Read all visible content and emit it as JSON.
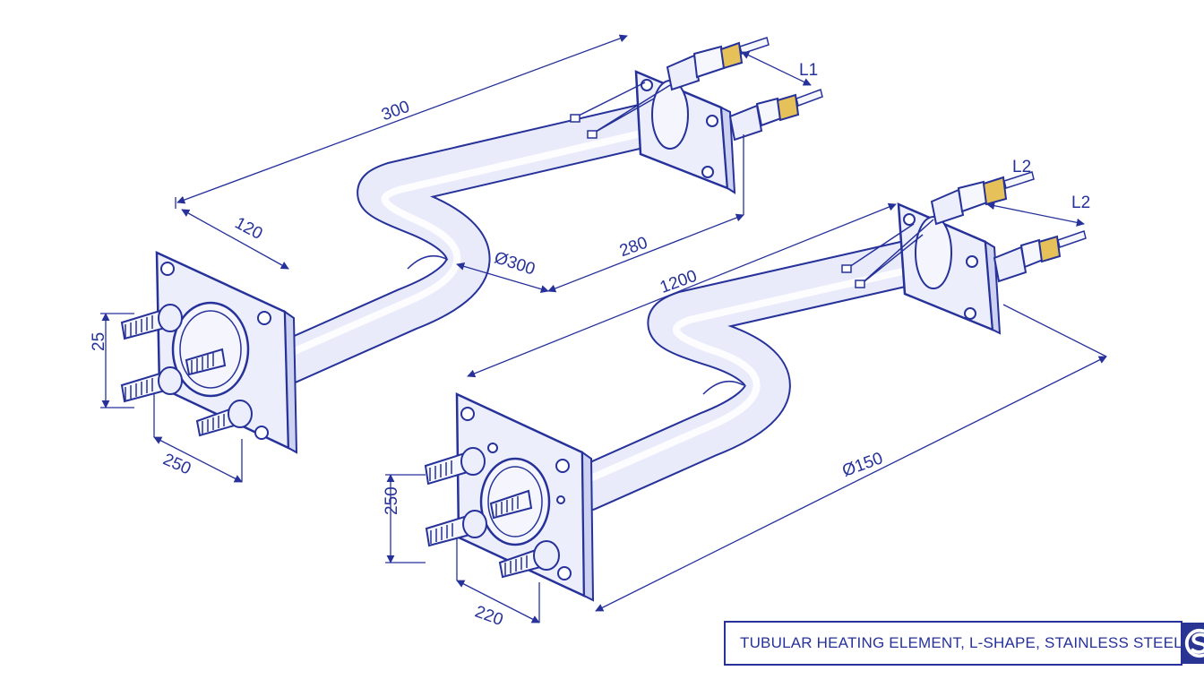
{
  "drawing": {
    "dimensions": {
      "top_length": "300",
      "l1": "L1",
      "l2_upper": "L2",
      "l2_lower": "L2",
      "offset_120": "120",
      "bend_dia_300": "Ø300",
      "length_280": "280",
      "length_1200": "1200",
      "height_25": "25",
      "width_250": "250",
      "height_250": "250",
      "width_220": "220",
      "dia_150": "Ø150"
    }
  },
  "title_block": {
    "title": "TUBULAR HEATING ELEMENT, L-SHAPE, STAINLESS STEEL",
    "logo_icon": "s-logo-icon"
  },
  "colors": {
    "line": "#26329a",
    "tube_fill": "#e9ebfa",
    "terminal": "#e6c15a",
    "logo_bg": "#2a3593"
  }
}
